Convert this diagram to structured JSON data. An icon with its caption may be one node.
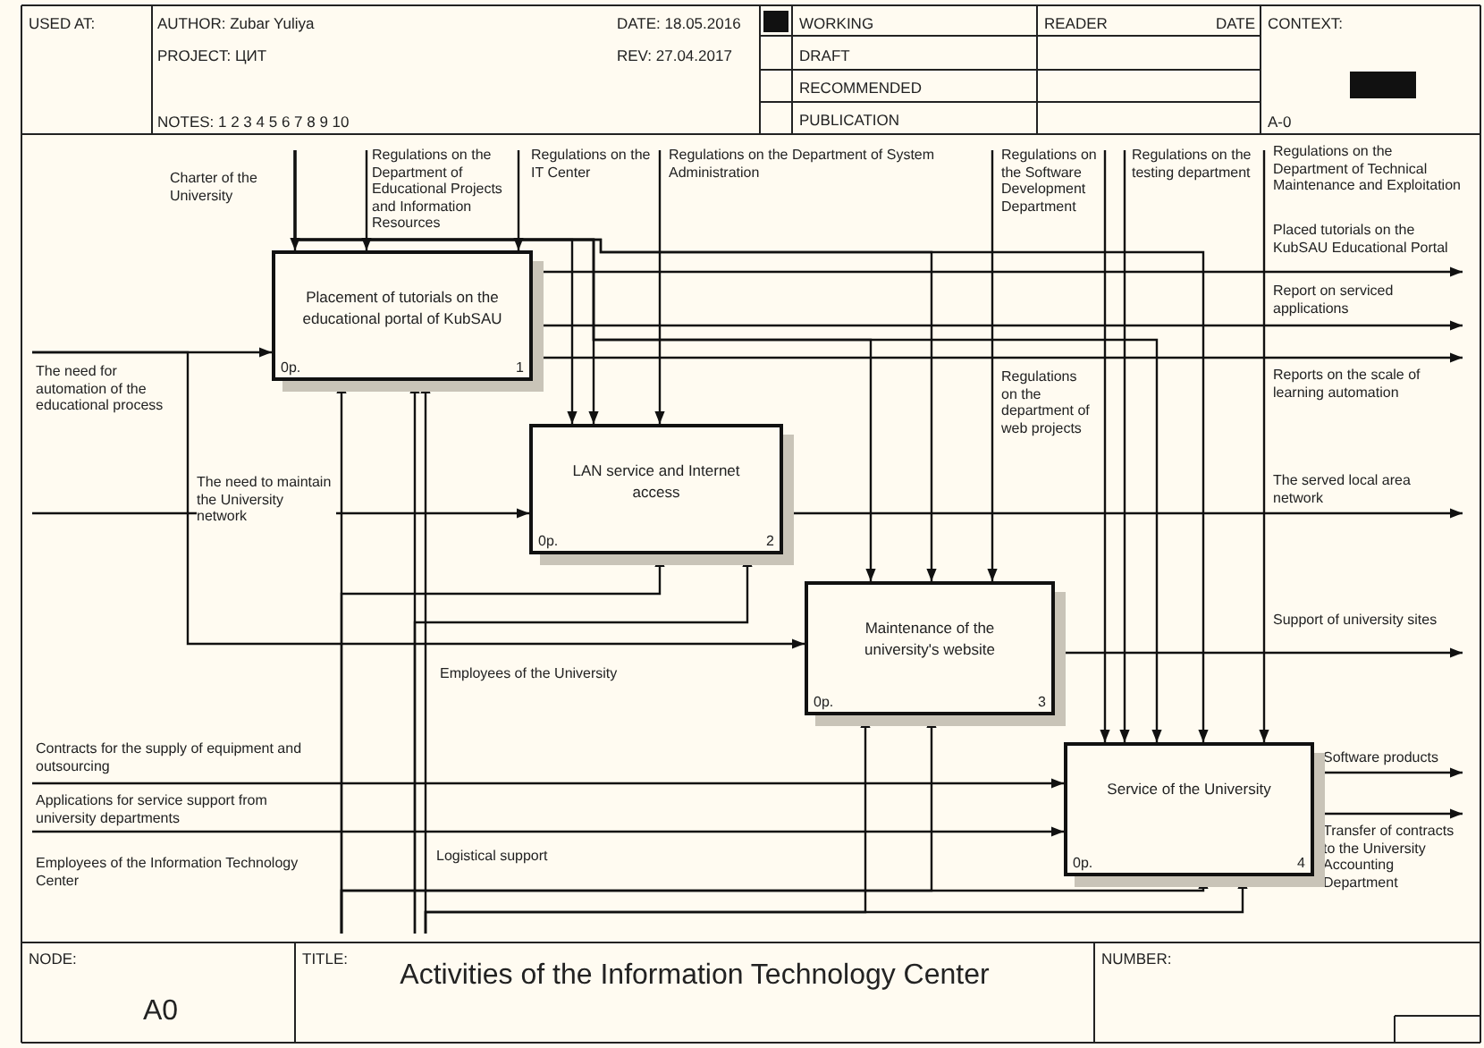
{
  "diagram": {
    "title": "Activities of the Information Technology Center",
    "nodes": [
      {
        "text": [
          "Placement of tutorials on the educational portal of KubSAU",
          "0p.",
          "1"
        ]
      },
      {
        "text": [
          "LAN service and Internet access",
          "0p.",
          "2"
        ]
      },
      {
        "text": [
          "Maintenance of the university's website",
          "0p.",
          "3"
        ]
      },
      {
        "text": [
          "Service of the University",
          "0p.",
          "4"
        ]
      }
    ],
    "edges": [
      {
        "from": null,
        "to": 0,
        "arrow": "to",
        "label": "Regulations on the Department of Educational Projects and Information Resources"
      },
      {
        "from": null,
        "to": 0,
        "arrow": "to",
        "label": "Charter of the University"
      },
      {
        "from": null,
        "to": 0,
        "arrow": "to",
        "label": "Regulations on the IT Center"
      },
      {
        "from": null,
        "to": 1,
        "arrow": "to"
      },
      {
        "from": null,
        "to": 1,
        "arrow": "to"
      },
      {
        "from": null,
        "to": 1,
        "arrow": "to",
        "label": "Regulations on the Department of System Administration"
      },
      {
        "from": null,
        "to": 2,
        "arrow": "to"
      },
      {
        "from": null,
        "to": 2,
        "arrow": "to"
      },
      {
        "from": null,
        "to": 2,
        "arrow": "to",
        "label": "Regulations on the department of web projects"
      },
      {
        "from": null,
        "to": 3,
        "arrow": "to",
        "label": "Regulations on the Software Development Department"
      },
      {
        "from": null,
        "to": 3,
        "arrow": "to",
        "label": "Regulations on the testing department"
      },
      {
        "from": null,
        "to": 3,
        "arrow": "to"
      },
      {
        "from": null,
        "to": 3,
        "arrow": "to"
      },
      {
        "from": null,
        "to": 3,
        "arrow": "to",
        "label": "Regulations on the Department of Technical Maintenance and Exploitation"
      },
      {
        "from": null,
        "to": 0,
        "arrow": "to",
        "label": "The need for automation of the educational process"
      },
      {
        "from": null,
        "to": 2,
        "arrow": "to"
      },
      {
        "from": null,
        "to": 1,
        "arrow": "to",
        "label": "The need to maintain the University network"
      },
      {
        "from": null,
        "to": 3,
        "arrow": "to",
        "label": "Contracts for the supply of equipment and outsourcing"
      },
      {
        "from": null,
        "to": 3,
        "arrow": "to",
        "label": "Applications for service support from university departments"
      },
      {
        "from": 0,
        "to": null,
        "arrow": "to",
        "label": "Placed tutorials on the KubSAU Educational Portal"
      },
      {
        "from": 0,
        "to": null,
        "arrow": "to",
        "label": "Report on serviced applications"
      },
      {
        "from": 0,
        "to": null,
        "arrow": "to",
        "label": "Reports on the scale of learning automation"
      },
      {
        "from": 1,
        "to": null,
        "arrow": "to",
        "label": "The served local area network"
      },
      {
        "from": 2,
        "to": null,
        "arrow": "to",
        "label": "Support of university sites"
      },
      {
        "from": 3,
        "to": null,
        "arrow": "to",
        "label": "Software products"
      },
      {
        "from": 3,
        "to": null,
        "arrow": "to",
        "label": "Transfer of contracts to the University Accounting Department"
      },
      {
        "from": null,
        "to": 0,
        "arrow": "to",
        "label": "Employees of the Information Technology Center"
      },
      {
        "from": null,
        "to": 1,
        "arrow": "to"
      },
      {
        "from": null,
        "to": 2,
        "arrow": "to"
      },
      {
        "from": null,
        "to": 3,
        "arrow": "to"
      },
      {
        "from": null,
        "to": 0,
        "arrow": "to",
        "label": "Employees of the University"
      },
      {
        "from": null,
        "to": 1,
        "arrow": "to"
      },
      {
        "from": null,
        "to": 0,
        "arrow": "to",
        "label": "Logistical support"
      },
      {
        "from": null,
        "to": 2,
        "arrow": "to"
      },
      {
        "from": null,
        "to": 3,
        "arrow": "to"
      }
    ],
    "labels": [
      "USED AT:",
      "AUTHOR: Zubar Yuliya",
      "DATE: 18.05.2016",
      "WORKING",
      "READER",
      "DATE",
      "CONTEXT:",
      "PROJECT: ЦИТ",
      "REV: 27.04.2017",
      "DRAFT",
      "RECOMMENDED",
      "NOTES: 1 2 3 4 5 6 7 8 9 10",
      "PUBLICATION",
      "A-0",
      "NODE:",
      "TITLE:",
      "NUMBER:",
      "A0"
    ]
  }
}
